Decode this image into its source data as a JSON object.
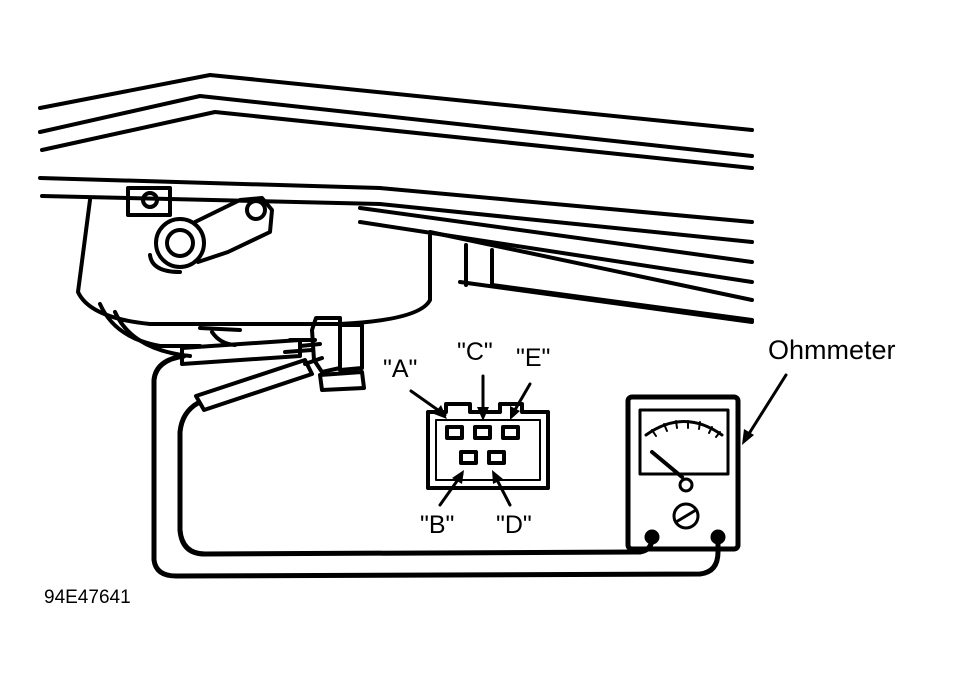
{
  "labels": {
    "ohmmeter": "Ohmmeter",
    "figure_id": "94E47641",
    "pin_a": "\"A\"",
    "pin_b": "\"B\"",
    "pin_c": "\"C\"",
    "pin_d": "\"D\"",
    "pin_e": "\"E\""
  },
  "colors": {
    "ink": "#000000",
    "paper": "#ffffff"
  }
}
